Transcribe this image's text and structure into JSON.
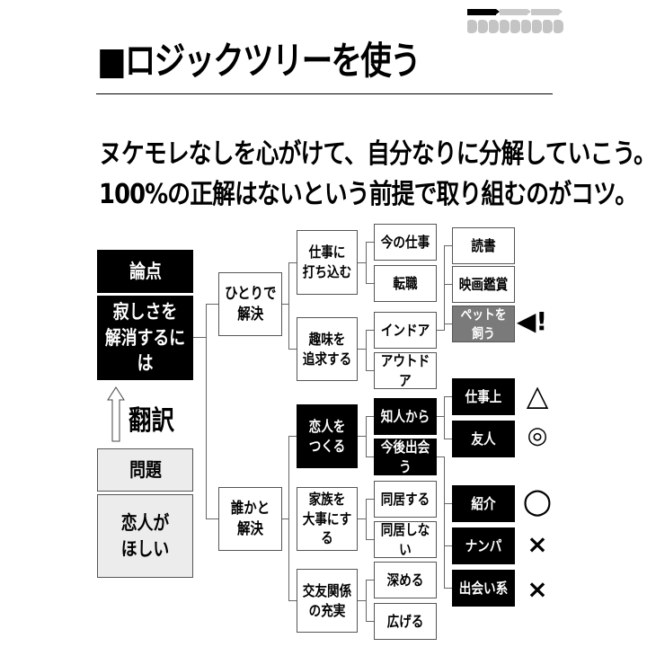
{
  "progress": {
    "bars": [
      {
        "state": "active"
      },
      {
        "state": "inactive"
      },
      {
        "state": "inactive"
      }
    ],
    "chips": 9,
    "colors": {
      "active": "#000000",
      "inactive": "#c8c8c8"
    }
  },
  "header": {
    "title": "■ロジックツリーを使う"
  },
  "lead": {
    "line1": "ヌケモレなしを心がけて、自分なりに分解していこう。",
    "line2": "100%の正解はないという前提で取り組むのがコツ。"
  },
  "left": {
    "issue_label": "論点",
    "issue_text": "寂しさを\n解消するには",
    "translate_label": "翻訳",
    "problem_label": "問題",
    "problem_text": "恋人が\nほしい"
  },
  "tree": {
    "level1": [
      {
        "label": "ひとりで\n解決"
      },
      {
        "label": "誰かと\n解決"
      }
    ],
    "level2": [
      {
        "label": "仕事に\n打ち込む"
      },
      {
        "label": "趣味を\n追求する"
      },
      {
        "label": "恋人を\nつくる"
      },
      {
        "label": "家族を\n大事にする"
      },
      {
        "label": "交友関係\nの充実"
      }
    ],
    "level3": [
      {
        "label": "今の仕事"
      },
      {
        "label": "転職"
      },
      {
        "label": "インドア"
      },
      {
        "label": "アウトドア"
      },
      {
        "label": "知人から"
      },
      {
        "label": "今後出会う"
      },
      {
        "label": "同居する"
      },
      {
        "label": "同居しない"
      },
      {
        "label": "深める"
      },
      {
        "label": "広げる"
      }
    ],
    "level4": [
      {
        "label": "読書"
      },
      {
        "label": "映画鑑賞"
      },
      {
        "label": "ペットを飼う"
      },
      {
        "label": "仕事上"
      },
      {
        "label": "友人"
      },
      {
        "label": "紹介"
      },
      {
        "label": "ナンパ"
      },
      {
        "label": "出会い系"
      }
    ]
  },
  "evaluations": [
    {
      "target": "ペットを飼う",
      "mark": "◀!"
    },
    {
      "target": "仕事上",
      "mark": "△"
    },
    {
      "target": "友人",
      "mark": "◎"
    },
    {
      "target": "紹介",
      "mark": "○"
    },
    {
      "target": "ナンパ",
      "mark": "×"
    },
    {
      "target": "出会い系",
      "mark": "×"
    }
  ]
}
